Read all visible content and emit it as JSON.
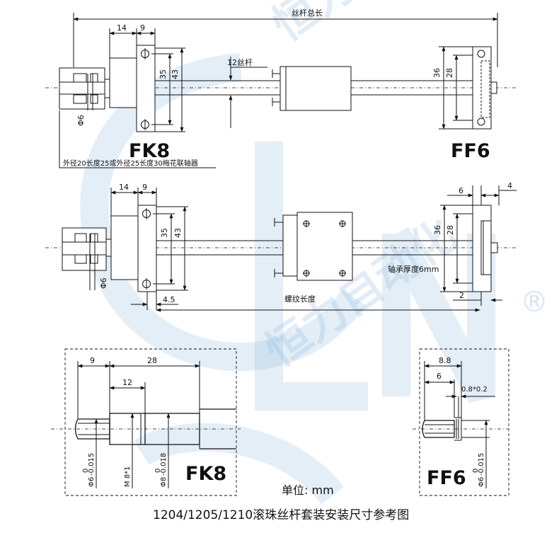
{
  "watermark": {
    "cn": "恒力自动化",
    "latin": "GLNC",
    "mark": "®"
  },
  "top": {
    "total_length": "丝杆总长",
    "dim_14": "14",
    "dim_9": "9",
    "screw_label": "12丝杆",
    "dim_35": "35",
    "dim_43": "43",
    "dim_36": "36",
    "dim_28": "28",
    "phi6": "Φ6",
    "coupling_note": "外径20长度25或外径25长度30梅花联轴器",
    "fk8": "FK8",
    "ff6": "FF6"
  },
  "middle": {
    "dim_14": "14",
    "dim_9": "9",
    "dim_35": "35",
    "dim_43": "43",
    "dim_36": "36",
    "dim_28": "28",
    "dim_6": "6",
    "dim_4": "4",
    "dim_4_5": "4.5",
    "dim_2": "2",
    "phi6": "Φ6",
    "thread_length": "螺纹长度",
    "bearing_thickness": "轴承厚度6mm"
  },
  "detail_fk8": {
    "dim_9": "9",
    "dim_28": "28",
    "dim_12": "12",
    "phi6_tol": "Φ6",
    "m8": "M 8*1",
    "phi8_tol": "Φ8",
    "tol_upper": "0",
    "tol_lower_6": "-0.015",
    "tol_lower_8": "-0.018",
    "label": "FK8"
  },
  "detail_ff6": {
    "dim_8_8": "8.8",
    "dim_6": "6",
    "groove": "0.8*0.2",
    "phi6_tol": "Φ6",
    "tol_upper": "0",
    "tol_lower": "-0.015",
    "label": "FF6"
  },
  "unit": "单位: mm",
  "title": "1204/1205/1210滚珠丝杆套装安装尺寸参考图"
}
